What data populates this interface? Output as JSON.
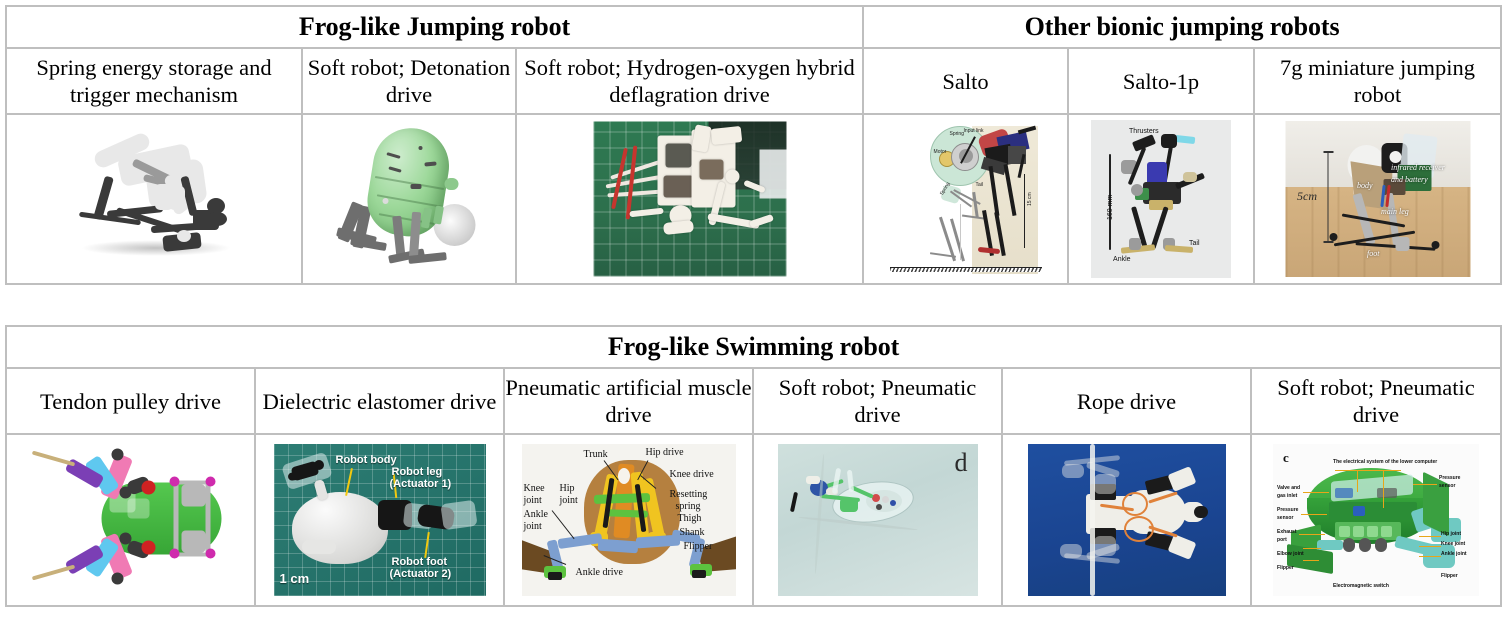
{
  "tables": [
    {
      "name": "jumping-robots-table",
      "groups": [
        {
          "label": "Frog-like Jumping robot",
          "span": 3
        },
        {
          "label": "Other bionic jumping robots",
          "span": 3
        }
      ],
      "columns": [
        {
          "label": "Spring energy storage and trigger mechanism",
          "figure": "spring-energy-storage-robot"
        },
        {
          "label": "Soft robot; Detonation drive",
          "figure": "detonation-drive-soft-robot"
        },
        {
          "label": "Soft robot; Hydrogen-oxygen hybrid deflagration drive",
          "figure": "hydrogen-oxygen-deflagration-robot"
        },
        {
          "label": "Salto",
          "figure": "salto-robot"
        },
        {
          "label": "Salto-1p",
          "figure": "salto-1p-robot"
        },
        {
          "label": "7g miniature jumping robot",
          "figure": "7g-miniature-jumping-robot"
        }
      ]
    },
    {
      "name": "swimming-robots-table",
      "groups": [
        {
          "label": "Frog-like Swimming robot",
          "span": 6
        }
      ],
      "columns": [
        {
          "label": "Tendon pulley drive",
          "figure": "tendon-pulley-drive-robot"
        },
        {
          "label": "Dielectric elastomer drive",
          "figure": "dielectric-elastomer-robot"
        },
        {
          "label": "Pneumatic artificial muscle drive",
          "figure": "pneumatic-artificial-muscle-robot"
        },
        {
          "label": "Soft robot; Pneumatic drive",
          "figure": "underwater-soft-pneumatic-robot"
        },
        {
          "label": "Rope drive",
          "figure": "rope-drive-robot"
        },
        {
          "label": "Soft robot; Pneumatic drive",
          "figure": "pneumatic-cad-render-robot"
        }
      ]
    }
  ],
  "figure_annotations": {
    "salto": {
      "motor": "Motor",
      "spring": "Spring",
      "input_link": "Input link",
      "tail": "Tail",
      "height": "15 cm"
    },
    "salto_1p": {
      "thrusters": "Thrusters",
      "height": "160 mm",
      "ankle": "Ankle",
      "tail": "Tail"
    },
    "miniature_7g": {
      "scale": "5cm",
      "body": "body",
      "receiver": "infrared receiver",
      "battery": "and battery",
      "main_leg": "main leg",
      "foot": "foot"
    },
    "dielectric": {
      "robot_body": "Robot body",
      "robot_leg": "Robot leg",
      "robot_leg_sub": "(Actuator 1)",
      "robot_foot": "Robot foot",
      "robot_foot_sub": "(Actuator 2)",
      "scale": "1 cm"
    },
    "pneumatic_muscle": {
      "trunk": "Trunk",
      "hip_drive": "Hip drive",
      "knee_drive": "Knee drive",
      "resetting": "Resetting",
      "spring": "spring",
      "thigh": "Thigh",
      "shank": "Shank",
      "flipper": "Flipper",
      "knee_joint": "Knee",
      "knee_joint2": "joint",
      "hip_joint": "Hip",
      "hip_joint2": "joint",
      "ankle_joint": "Ankle",
      "ankle_joint2": "joint",
      "ankle_drive": "Ankle drive"
    },
    "underwater": {
      "panel_letter": "d"
    },
    "cad_render": {
      "panel_letter": "c",
      "electrical_system": "The electrical system of the lower computer",
      "valve_gas_inlet": "Valve and",
      "valve_gas_inlet2": "gas inlet",
      "pressure_sensor": "Pressure",
      "pressure_sensor2": "sensor",
      "exhaust_port": "Exhaust",
      "exhaust_port2": "port",
      "elbow_joint": "Elbow joint",
      "flipper": "Flipper",
      "hip_joint": "Hip joint",
      "knee_joint": "Knee joint",
      "ankle_joint": "Ankle joint",
      "flipper2": "Flipper",
      "pressure_sensor_right": "Pressure",
      "pressure_sensor_right2": "sensor",
      "electromagnetic": "Electromagnetic switch"
    }
  },
  "colors": {
    "border": "#bfbfbf",
    "text": "#000000",
    "background": "#ffffff",
    "green_mat": "#2e7a52",
    "teal_mat": "#2d7d74",
    "blue_tank": "#1f4fa0",
    "cad_green": "#4bb84b",
    "body_green": "#55c84f",
    "pink_link": "#f07ab4"
  }
}
